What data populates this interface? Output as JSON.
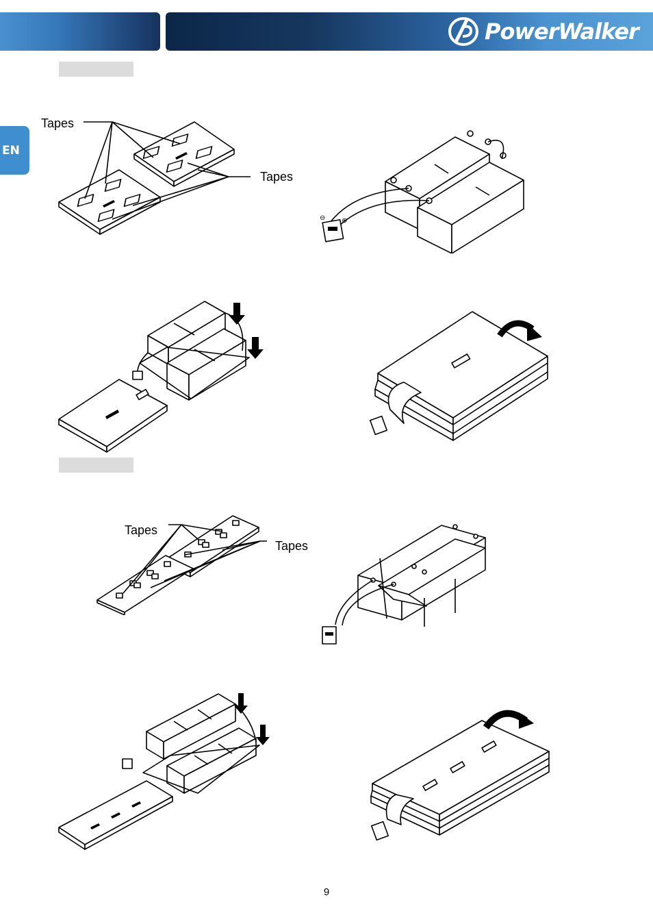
{
  "header": {
    "brand": "PowerWalker"
  },
  "side_tab": {
    "label": "EN"
  },
  "labels": {
    "fig1_tapes_a": "Tapes",
    "fig1_tapes_b": "Tapes",
    "fig5_tapes_a": "Tapes",
    "fig5_tapes_b": "Tapes"
  },
  "footer": {
    "page_number": "9"
  }
}
